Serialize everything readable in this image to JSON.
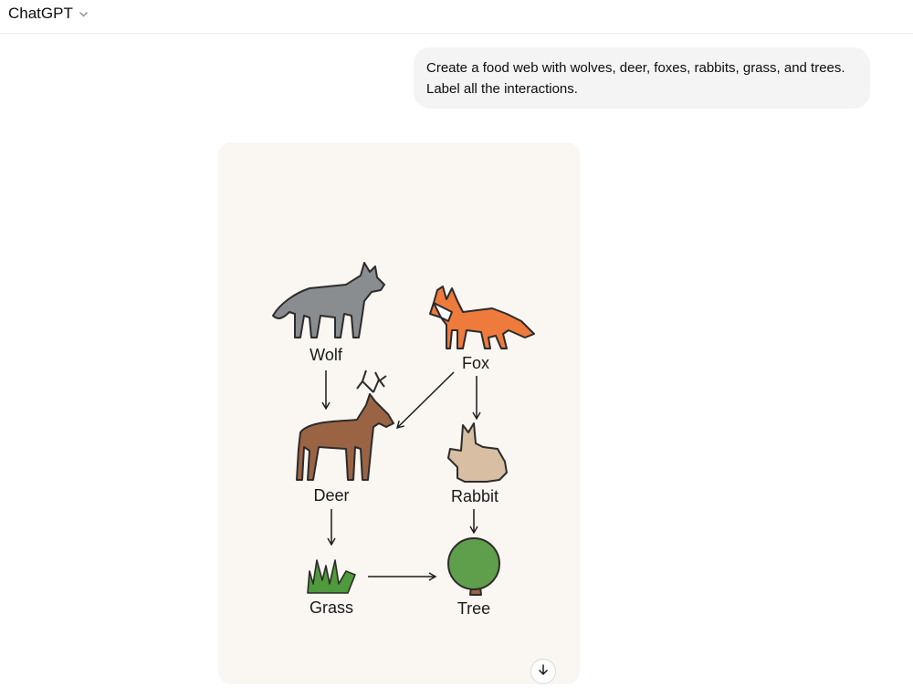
{
  "header": {
    "model_name": "ChatGPT",
    "model_chevron_icon": "chevron-down-icon"
  },
  "conversation": {
    "user_message": {
      "lines": [
        "Create a food web with wolves, deer, foxes, rabbits, grass, and trees.",
        "Label all the interactions."
      ]
    },
    "generated_image": {
      "nodes": {
        "wolf": "Wolf",
        "fox": "Fox",
        "deer": "Deer",
        "rabbit": "Rabbit",
        "grass": "Grass",
        "tree": "Tree"
      },
      "arrows": [
        {
          "from": "Wolf",
          "to": "Deer"
        },
        {
          "from": "Fox",
          "to": "Deer"
        },
        {
          "from": "Fox",
          "to": "Rabbit"
        },
        {
          "from": "Deer",
          "to": "Grass"
        },
        {
          "from": "Rabbit",
          "to": "Tree"
        },
        {
          "from": "Grass",
          "to": "Tree"
        }
      ],
      "download_icon": "arrow-down-icon"
    }
  },
  "colors": {
    "wolf": "#8a8d90",
    "fox": "#ee7a3c",
    "deer": "#9a6444",
    "rabbit": "#d8bfa3",
    "grass": "#4f9a3c",
    "tree": "#5f9e4a",
    "card_background": "#faf6f1",
    "user_bubble": "#f4f4f4"
  }
}
